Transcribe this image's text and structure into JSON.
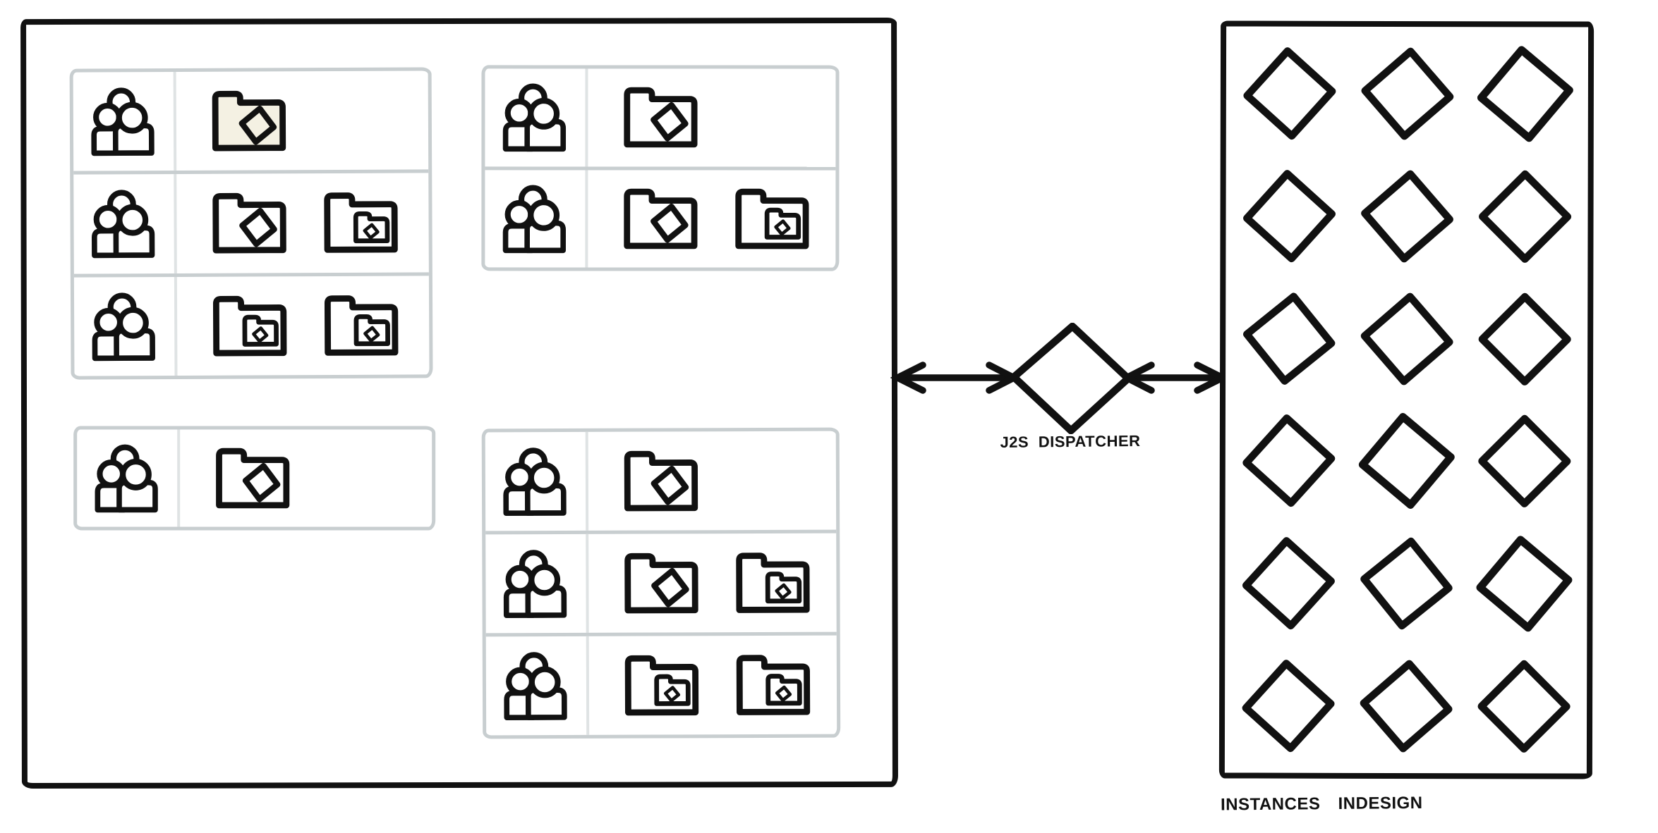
{
  "left_panel": {
    "groups": [
      {
        "position": "top-left",
        "rows": [
          {
            "user_icon": "users-group-icon",
            "folder_icons": [
              "folder-diamond-highlight-icon"
            ]
          },
          {
            "user_icon": "users-group-icon",
            "folder_icons": [
              "folder-diamond-icon",
              "folder-subfolder-icon"
            ]
          },
          {
            "user_icon": "users-group-icon",
            "folder_icons": [
              "folder-subfolder-icon",
              "folder-subfolder-icon"
            ]
          }
        ]
      },
      {
        "position": "top-right",
        "rows": [
          {
            "user_icon": "users-group-icon",
            "folder_icons": [
              "folder-diamond-icon"
            ]
          },
          {
            "user_icon": "users-group-icon",
            "folder_icons": [
              "folder-diamond-icon",
              "folder-subfolder-icon"
            ]
          }
        ]
      },
      {
        "position": "bottom-left",
        "rows": [
          {
            "user_icon": "users-group-icon",
            "folder_icons": [
              "folder-diamond-icon"
            ]
          }
        ]
      },
      {
        "position": "bottom-middle",
        "rows": [
          {
            "user_icon": "users-group-icon",
            "folder_icons": [
              "folder-diamond-icon"
            ]
          },
          {
            "user_icon": "users-group-icon",
            "folder_icons": [
              "folder-diamond-icon",
              "folder-subfolder-icon"
            ]
          },
          {
            "user_icon": "users-group-icon",
            "folder_icons": [
              "folder-subfolder-icon",
              "folder-subfolder-icon"
            ]
          }
        ]
      }
    ]
  },
  "dispatcher": {
    "label": "J2S DISPATCHER"
  },
  "right_panel": {
    "label": "INSTANCES INDESIGN",
    "instance_count": 18,
    "grid": {
      "columns": 3,
      "rows": 6
    }
  },
  "colors": {
    "ink": "#111111",
    "group_border": "#c8ced0",
    "cell_divider": "#dfe3e4",
    "highlight_folder_fill": "#f4f1e3",
    "background": "#ffffff"
  }
}
